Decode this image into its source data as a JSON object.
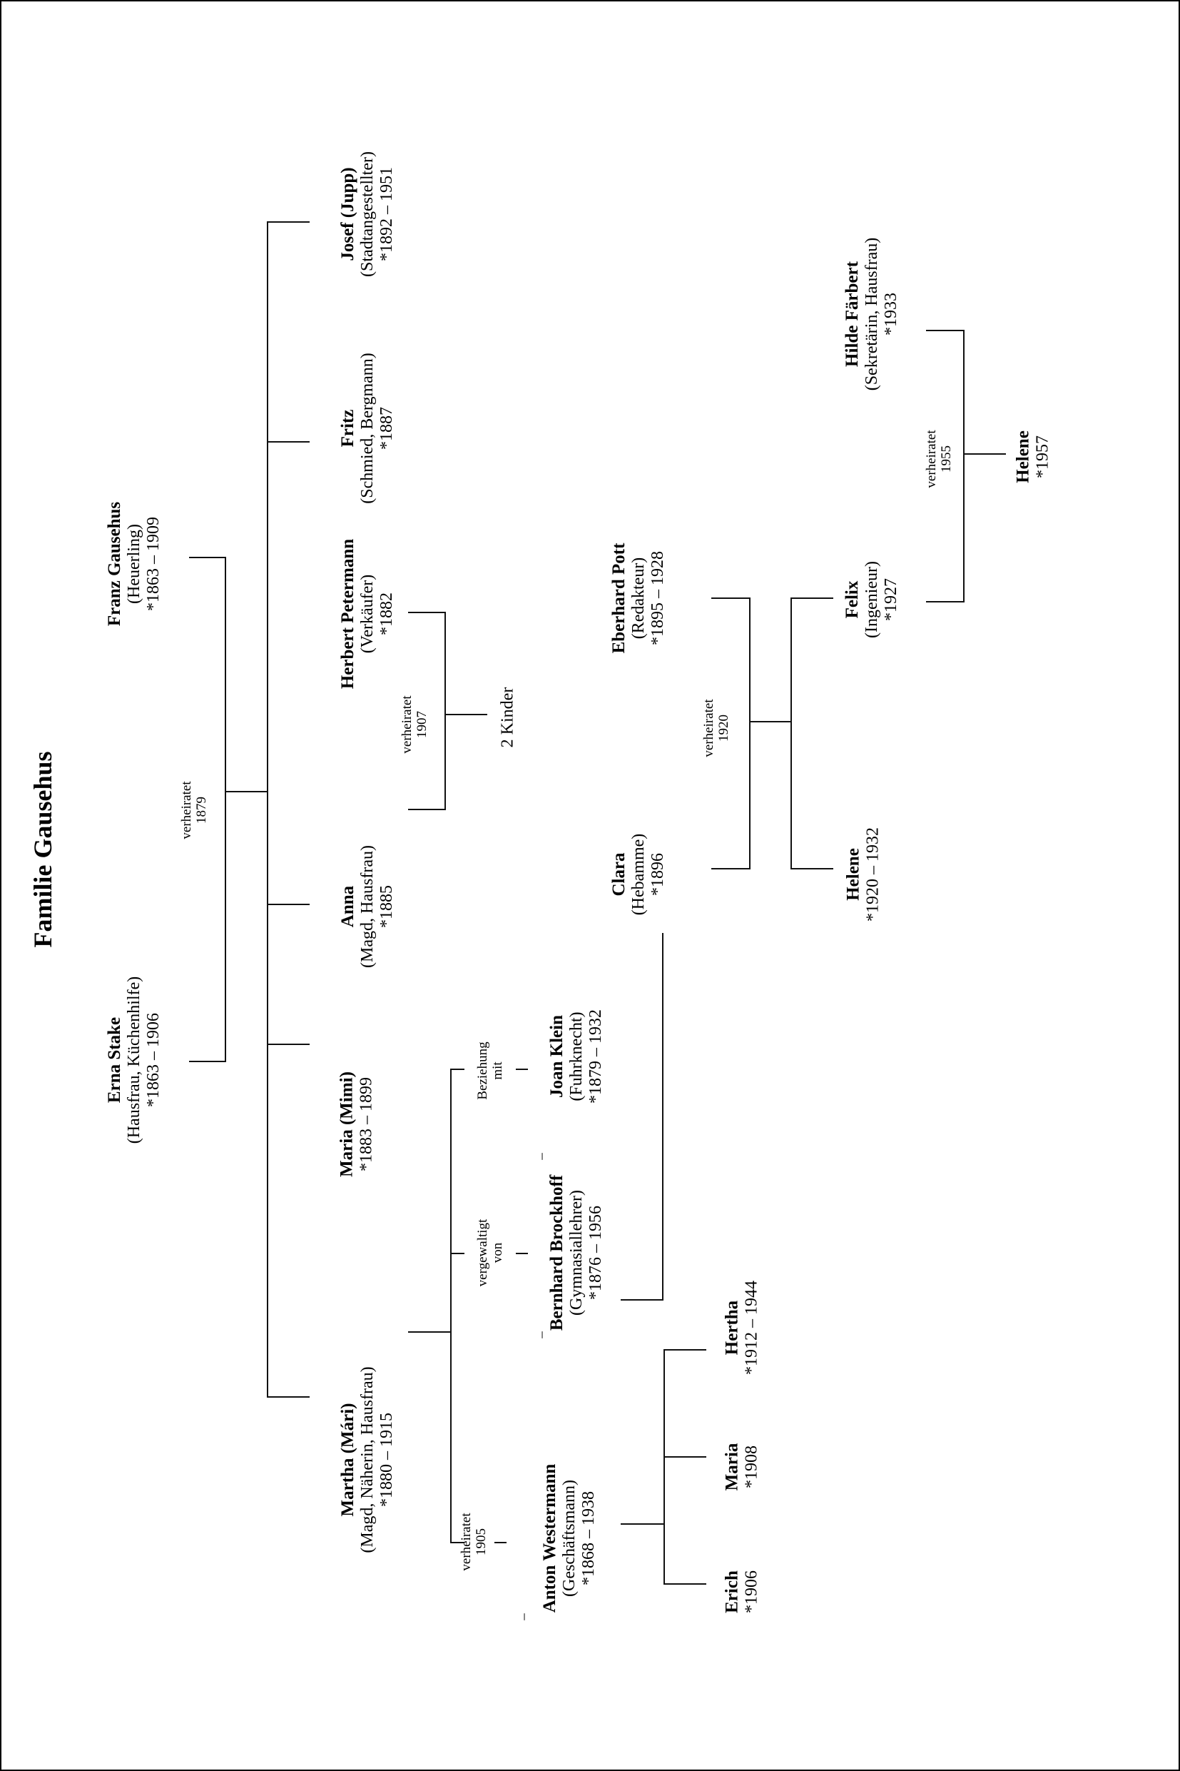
{
  "title": "Familie Gausehus",
  "orientation": "rotated-90-ccw",
  "chart_data": {
    "type": "diagram",
    "diagram_kind": "family-tree",
    "title": "Familie Gausehus",
    "generations": 4,
    "persons": [
      {
        "id": "erna",
        "name": "Erna Stake",
        "occupation": "(Hausfrau, Küchenhilfe)",
        "dates": "*1863 – 1906",
        "generation": 1
      },
      {
        "id": "franz",
        "name": "Franz Gausehus",
        "occupation": "(Heuerling)",
        "dates": "*1863 – 1909",
        "generation": 1
      },
      {
        "id": "martha",
        "name": "Martha",
        "alias": "(Mári)",
        "occupation": "(Magd, Näherin, Hausfrau)",
        "dates": "*1880 – 1915",
        "generation": 2
      },
      {
        "id": "maria_mimi",
        "name": "Maria",
        "alias": "(Mimi)",
        "occupation": "",
        "dates": "*1883 – 1899",
        "generation": 2
      },
      {
        "id": "anna",
        "name": "Anna",
        "occupation": "(Magd, Hausfrau)",
        "dates": "*1885",
        "generation": 2
      },
      {
        "id": "fritz",
        "name": "Fritz",
        "occupation": "(Schmied, Bergmann)",
        "dates": "*1887",
        "generation": 2
      },
      {
        "id": "josef",
        "name": "Josef (Jupp)",
        "occupation": "(Stadtangestellter)",
        "dates": "*1892 – 1951",
        "generation": 2
      },
      {
        "id": "anton",
        "name": "Anton Westermann",
        "occupation": "(Geschäftsmann)",
        "dates": "*1868 – 1938",
        "generation": 2
      },
      {
        "id": "bernhard",
        "name": "Bernhard Brockhoff",
        "occupation": "(Gymnasiallehrer)",
        "dates": "*1876 – 1956",
        "generation": 2
      },
      {
        "id": "joan",
        "name": "Joan Klein",
        "occupation": "(Fuhrknecht)",
        "dates": "*1879 – 1932",
        "generation": 2
      },
      {
        "id": "herbert",
        "name": "Herbert Petermann",
        "occupation": "(Verkäufer)",
        "dates": "*1882",
        "generation": 2
      },
      {
        "id": "erich",
        "name": "Erich",
        "occupation": "",
        "dates": "*1906",
        "generation": 3
      },
      {
        "id": "maria_1908",
        "name": "Maria",
        "occupation": "",
        "dates": "*1908",
        "generation": 3
      },
      {
        "id": "hertha",
        "name": "Hertha",
        "occupation": "",
        "dates": "*1912 – 1944",
        "generation": 3
      },
      {
        "id": "clara",
        "name": "Clara",
        "occupation": "(Hebamme)",
        "dates": "*1896",
        "generation": 3
      },
      {
        "id": "eberhard",
        "name": "Eberhard Pott",
        "occupation": "(Redakteur)",
        "dates": "*1895 – 1928",
        "generation": 3
      },
      {
        "id": "helene_1920",
        "name": "Helene",
        "occupation": "",
        "dates": "*1920 – 1932",
        "generation": 4
      },
      {
        "id": "felix",
        "name": "Felix",
        "occupation": "(Ingenieur)",
        "dates": "*1927",
        "generation": 4
      },
      {
        "id": "hilde",
        "name": "Hilde Färbert",
        "occupation": "(Sekretärin, Hausfrau)",
        "dates": "*1933",
        "generation": 4
      },
      {
        "id": "helene_1957",
        "name": "Helene",
        "occupation": "",
        "dates": "*1957",
        "generation": 5
      }
    ],
    "unions": [
      {
        "partners": [
          "erna",
          "franz"
        ],
        "label": "verheiratet\n1879",
        "children": [
          "martha",
          "maria_mimi",
          "anna",
          "fritz",
          "josef"
        ]
      },
      {
        "partners": [
          "martha",
          "anton"
        ],
        "label": "verheiratet\n1905",
        "children": [
          "erich",
          "maria_1908",
          "hertha"
        ]
      },
      {
        "partners": [
          "martha",
          "bernhard"
        ],
        "label": "vergewaltigt\nvon",
        "children": [
          "clara"
        ]
      },
      {
        "partners": [
          "martha",
          "joan"
        ],
        "label": "Beziehung\nmit",
        "children": []
      },
      {
        "partners": [
          "anna",
          "herbert"
        ],
        "label": "verheiratet\n1907",
        "children_note": "2 Kinder"
      },
      {
        "partners": [
          "clara",
          "eberhard"
        ],
        "label": "verheiratet\n1920",
        "children": [
          "helene_1920",
          "felix"
        ]
      },
      {
        "partners": [
          "felix",
          "hilde"
        ],
        "label": "verheiratet\n1955",
        "children": [
          "helene_1957"
        ]
      }
    ],
    "annotations": [
      "2 Kinder"
    ]
  },
  "nodes": {
    "erna": {
      "name": "Erna Stake",
      "occ": "(Hausfrau, Küchenhilfe)",
      "dates": "*1863 – 1906"
    },
    "franz": {
      "name": "Franz Gausehus",
      "occ": "(Heuerling)",
      "dates": "*1863 – 1909"
    },
    "martha": {
      "name": "Martha (Mári)",
      "occ": "(Magd, Näherin, Hausfrau)",
      "dates": "*1880 – 1915"
    },
    "maria_mimi": {
      "name": "Maria (Mimi)",
      "occ": "",
      "dates": "*1883 – 1899"
    },
    "anna": {
      "name": "Anna",
      "occ": "(Magd, Hausfrau)",
      "dates": "*1885"
    },
    "fritz": {
      "name": "Fritz",
      "occ": "(Schmied, Bergmann)",
      "dates": "*1887"
    },
    "josef": {
      "name": "Josef (Jupp)",
      "occ": "(Stadtangestellter)",
      "dates": "*1892 – 1951"
    },
    "anton": {
      "name": "Anton Westermann",
      "occ": "(Geschäftsmann)",
      "dates": "*1868 – 1938"
    },
    "bernhard": {
      "name": "Bernhard Brockhoff",
      "occ": "(Gymnasiallehrer)",
      "dates": "*1876 – 1956"
    },
    "joan": {
      "name": "Joan Klein",
      "occ": "(Fuhrknecht)",
      "dates": "*1879 – 1932"
    },
    "herbert": {
      "name": "Herbert Petermann",
      "occ": "(Verkäufer)",
      "dates": "*1882"
    },
    "erich": {
      "name": "Erich",
      "occ": "",
      "dates": "*1906"
    },
    "maria_1908": {
      "name": "Maria",
      "occ": "",
      "dates": "*1908"
    },
    "hertha": {
      "name": "Hertha",
      "occ": "",
      "dates": "*1912 – 1944"
    },
    "clara": {
      "name": "Clara",
      "occ": "(Hebamme)",
      "dates": "*1896"
    },
    "eberhard": {
      "name": "Eberhard Pott",
      "occ": "(Redakteur)",
      "dates": "*1895 – 1928"
    },
    "helene_1920": {
      "name": "Helene",
      "occ": "",
      "dates": "*1920 – 1932"
    },
    "felix": {
      "name": "Felix",
      "occ": "(Ingenieur)",
      "dates": "*1927"
    },
    "hilde": {
      "name": "Hilde Färbert",
      "occ": "(Sekretärin, Hausfrau)",
      "dates": "*1933"
    },
    "helene_1957": {
      "name": "Helene",
      "occ": "",
      "dates": "*1957"
    }
  },
  "labels": {
    "m1879_a": "verheiratet",
    "m1879_b": "1879",
    "m1905_a": "verheiratet",
    "m1905_b": "1905",
    "m1905_c": "–",
    "rape_a": "vergewaltigt",
    "rape_b": "von",
    "rape_c": "–",
    "rel_a": "Beziehung",
    "rel_b": "mit",
    "rel_c": "–",
    "m1907_a": "verheiratet",
    "m1907_b": "1907",
    "kids2": "2 Kinder",
    "m1920_a": "verheiratet",
    "m1920_b": "1920",
    "m1955_a": "verheiratet",
    "m1955_b": "1955"
  }
}
